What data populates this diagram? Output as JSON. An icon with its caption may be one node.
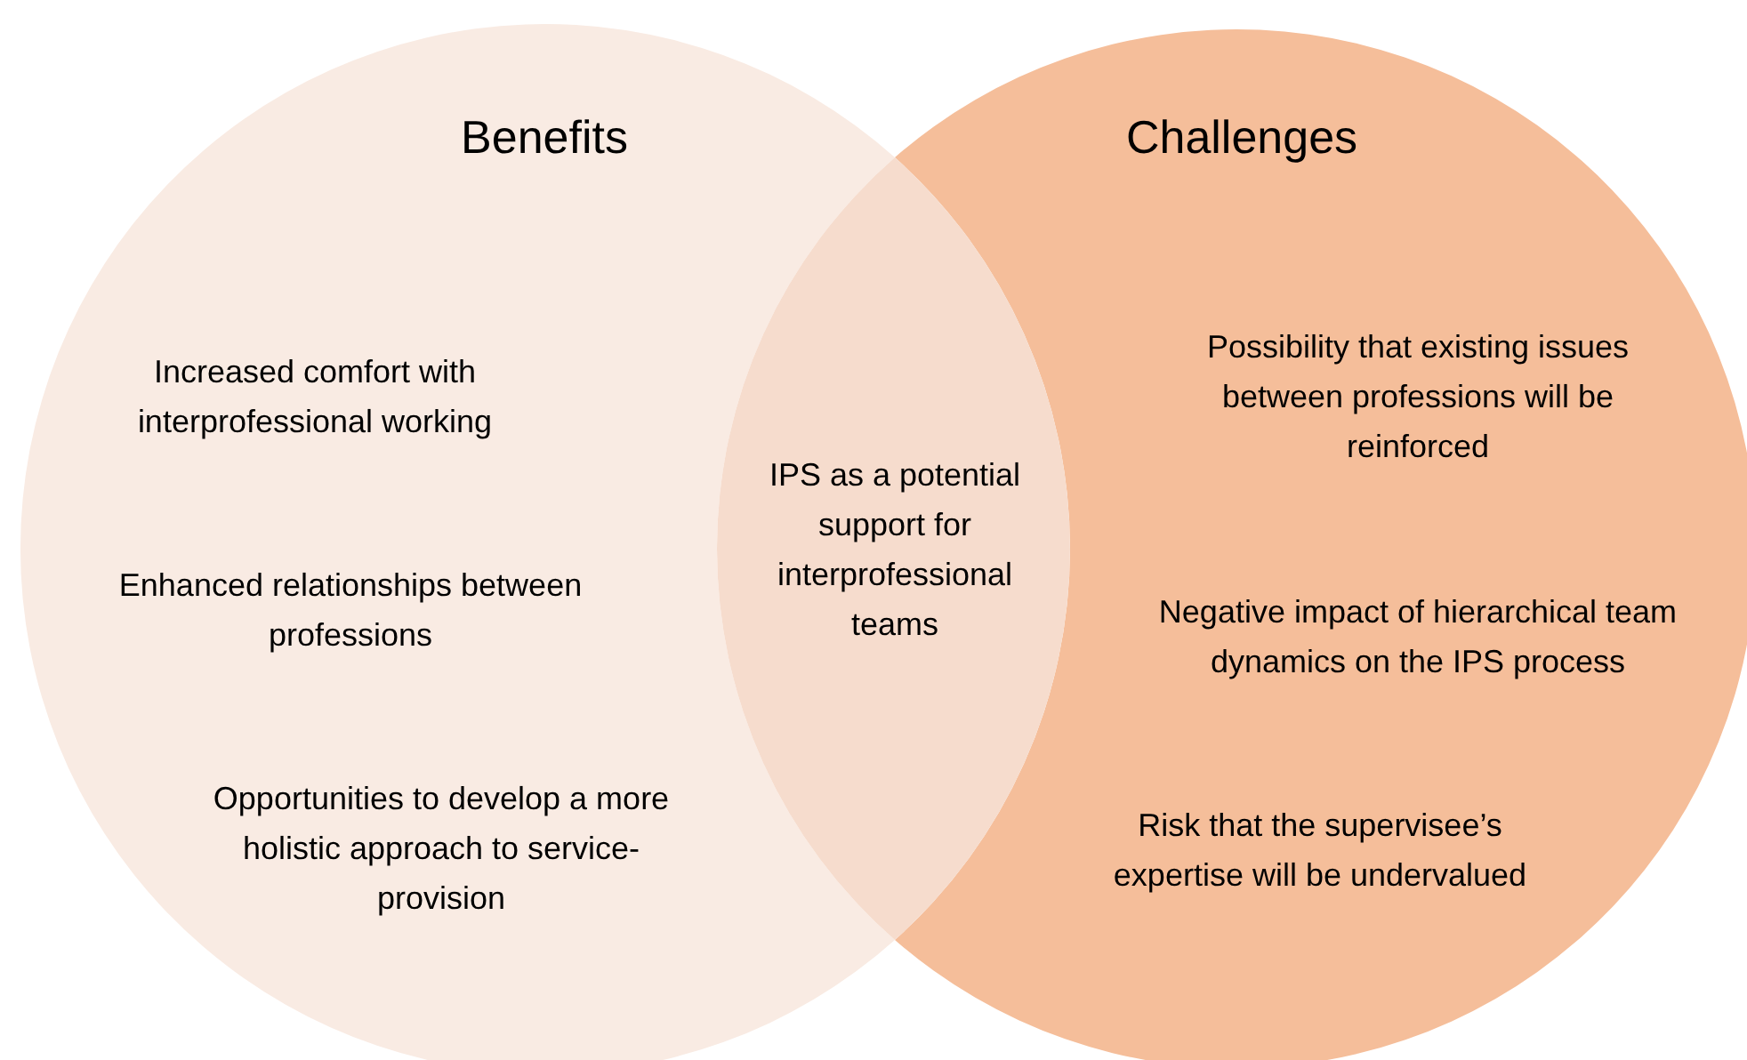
{
  "diagram": {
    "nodes": [
      {
        "text": [
          "Benefits",
          "Increased comfort with interprofessional working",
          "Enhanced relationships between professions",
          "Opportunities to develop a more holistic approach to service-provision"
        ]
      },
      {
        "text": [
          "Challenges",
          "Possibility that existing issues between professions will be reinforced",
          "Negative impact of hierarchical team dynamics on the IPS process",
          "Risk that the supervisee’s expertise will be undervalued"
        ]
      },
      {
        "text": [
          "IPS as a potential support for interprofessional teams"
        ]
      }
    ],
    "edges": []
  }
}
